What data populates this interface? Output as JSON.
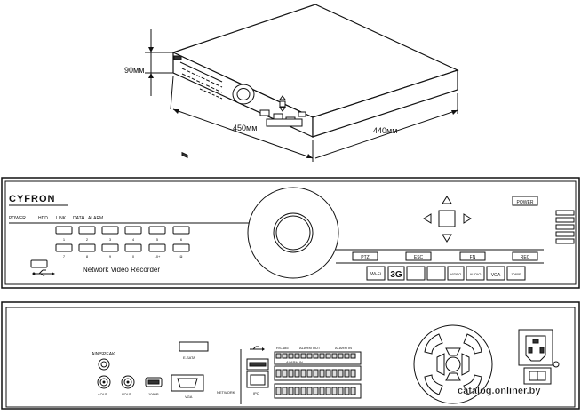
{
  "dimensions": {
    "height": "90мм",
    "width": "450мм",
    "depth": "440мм"
  },
  "front_panel": {
    "logo": "CYFRON",
    "status_leds": [
      "POWER",
      "HDD",
      "LINK",
      "DATA",
      "ALARM"
    ],
    "channel_row1": [
      "1",
      "2",
      "3",
      "4",
      "5",
      "6"
    ],
    "channel_row2": [
      "7",
      "8",
      "9",
      "0",
      "10+",
      "◘"
    ],
    "product_name": "Network Video Recorder",
    "power_button": "POWER",
    "function_keys": [
      "PTZ",
      "ESC",
      "FN",
      "REC"
    ],
    "feature_badges": [
      "Wi-Fi",
      "3G",
      "",
      "",
      "VIDEO",
      "AUDIO",
      "VGA",
      "1080P"
    ]
  },
  "rear_panel": {
    "ports": {
      "mic": "AIN/SPEAK",
      "aout": "AOUT",
      "vout": "VOUT",
      "hdmi": "1080P",
      "vga": "VGA",
      "esata": "E-SATA",
      "network": "NETWORK",
      "ipc": "IPC",
      "rs485": "RS-485",
      "alarm_out": "ALARM OUT",
      "alarm_in_top": "ALARM IN",
      "alarm_in": "ALARM IN"
    }
  },
  "watermark": "catalog.onliner.by"
}
